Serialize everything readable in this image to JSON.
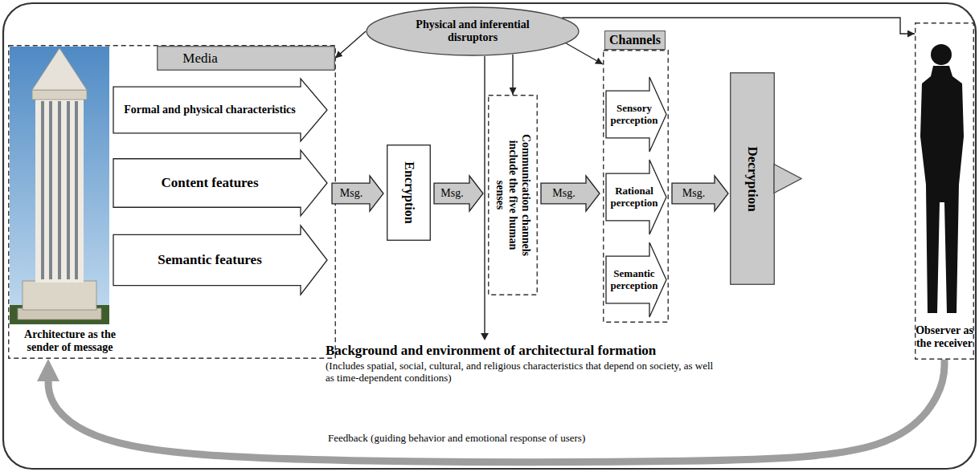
{
  "diagram": {
    "nodes": [
      {
        "text": [
          "Architecture as the sender of message"
        ]
      },
      {
        "text": [
          "Media"
        ],
        "in": 0
      },
      {
        "text": [
          "Formal and physical characteristics"
        ],
        "in": 0
      },
      {
        "text": [
          "Content features"
        ],
        "in": 0
      },
      {
        "text": [
          "Semantic features"
        ],
        "in": 0
      },
      {
        "text": [
          "Msg."
        ]
      },
      {
        "text": [
          "Encryption"
        ]
      },
      {
        "text": [
          "Msg."
        ]
      },
      {
        "text": [
          "Communication channels include the five human senses"
        ]
      },
      {
        "text": [
          "Msg."
        ]
      },
      {
        "text": [
          "Channels"
        ]
      },
      {
        "text": [
          "Sensory perception"
        ],
        "in": 10
      },
      {
        "text": [
          "Rational perception"
        ],
        "in": 10
      },
      {
        "text": [
          "Semantic perception"
        ],
        "in": 10
      },
      {
        "text": [
          "Msg."
        ]
      },
      {
        "text": [
          "Decryption"
        ]
      },
      {
        "text": [
          "Observer as the receiver"
        ]
      },
      {
        "text": [
          "Physical and inferential disruptors"
        ]
      }
    ],
    "edges": [
      {
        "from": 17,
        "to": 1,
        "arrow": "to"
      },
      {
        "from": 17,
        "to": 10,
        "arrow": "to"
      },
      {
        "from": 17,
        "to": 8,
        "arrow": "to"
      },
      {
        "from": 17,
        "to": 16,
        "arrow": "to"
      },
      {
        "from": 16,
        "to": 0,
        "arrow": "to",
        "label": "Feedback (guiding behavior and emotional response of users)"
      }
    ],
    "labels": [
      "Background and environment of architectural formation",
      "(Includes spatial, social, cultural, and religious characteristics that depend on society, as well as time-dependent conditions)"
    ]
  }
}
